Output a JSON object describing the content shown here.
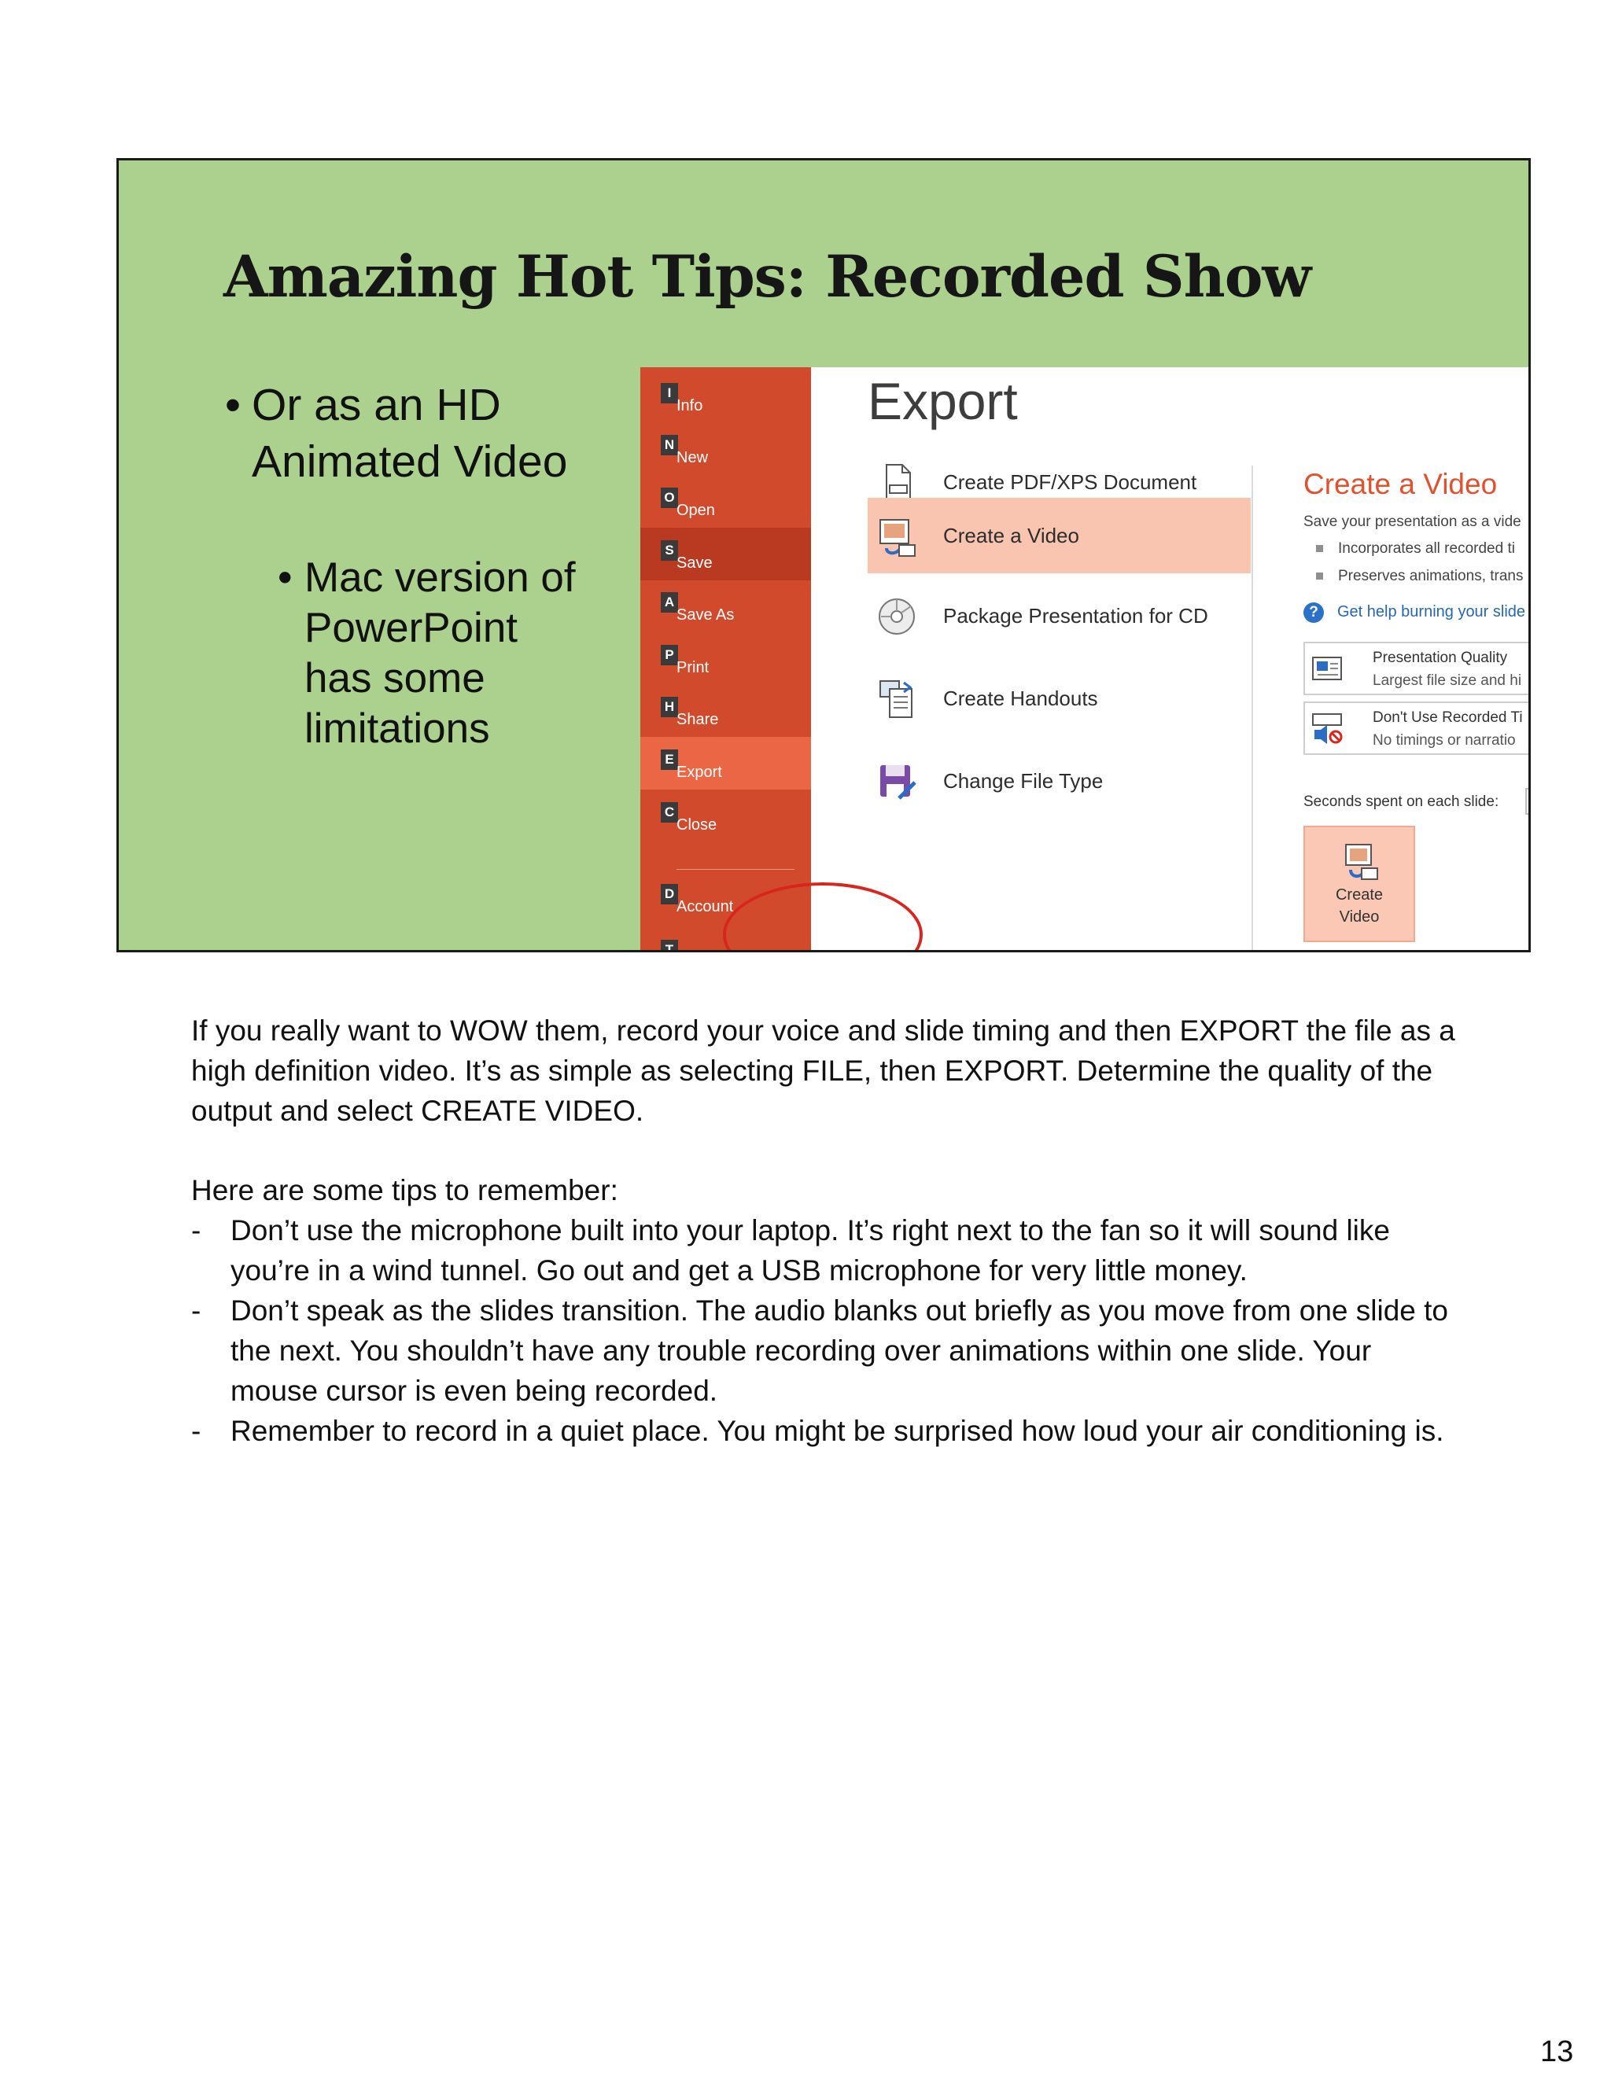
{
  "slide": {
    "title": "Amazing Hot Tips: Recorded Show",
    "bullet1": "Or as an HD\nAnimated Video",
    "bullet2": "Mac version of\nPowerPoint\nhas some\nlimitations",
    "bullet_char": "•"
  },
  "screenshot": {
    "menu": [
      {
        "key": "I",
        "label": "Info"
      },
      {
        "key": "N",
        "label": "New"
      },
      {
        "key": "O",
        "label": "Open"
      },
      {
        "key": "S",
        "label": "Save"
      },
      {
        "key": "A",
        "label": "Save As"
      },
      {
        "key": "P",
        "label": "Print"
      },
      {
        "key": "H",
        "label": "Share"
      },
      {
        "key": "E",
        "label": "Export"
      },
      {
        "key": "C",
        "label": "Close"
      },
      {
        "key": "D",
        "label": "Account"
      },
      {
        "key": "T",
        "label": ""
      }
    ],
    "export_title": "Export",
    "export_options": [
      {
        "label": "Create PDF/XPS Document",
        "icon": "pdf-document-icon"
      },
      {
        "label": "Create a Video",
        "icon": "video-icon",
        "selected": true
      },
      {
        "label": "Package Presentation for CD",
        "icon": "cd-icon"
      },
      {
        "label": "Create Handouts",
        "icon": "handouts-icon"
      },
      {
        "label": "Change File Type",
        "icon": "change-file-type-icon"
      }
    ],
    "create_video": {
      "title": "Create a Video",
      "description": "Save your presentation as a vide",
      "items": [
        "Incorporates all recorded ti",
        "Preserves animations, trans"
      ],
      "help_link": "Get help burning your slide",
      "quality": {
        "title": "Presentation Quality",
        "subtitle": "Largest file size and hi"
      },
      "timings": {
        "title": "Don't Use Recorded Ti",
        "subtitle": "No timings or narratio"
      },
      "seconds_label": "Seconds spent on each slide:",
      "button_label": "Create\nVideo"
    },
    "highlight_color": "#d8261f",
    "menu_color": "#d24a2c",
    "accent_color": "#e0522e"
  },
  "notes": {
    "intro": "If you really want to WOW them, record your voice and slide timing and then EXPORT the file as a high definition video. It’s as simple as selecting FILE, then EXPORT. Determine the quality of the output and select CREATE VIDEO.",
    "tips_heading": "Here are some tips to remember:",
    "tips": [
      "Don’t use the microphone built into your laptop. It’s right next to the fan so it will sound like you’re in a wind tunnel. Go out and get a USB microphone for very little money.",
      "Don’t speak as the slides transition. The audio blanks out briefly as you move from one slide to the next. You shouldn’t have any trouble recording over animations within one slide. Your mouse cursor is even being recorded.",
      "Remember to record in a quiet place. You might be surprised how loud your air conditioning is."
    ],
    "dash": "-"
  },
  "page_number": "13"
}
